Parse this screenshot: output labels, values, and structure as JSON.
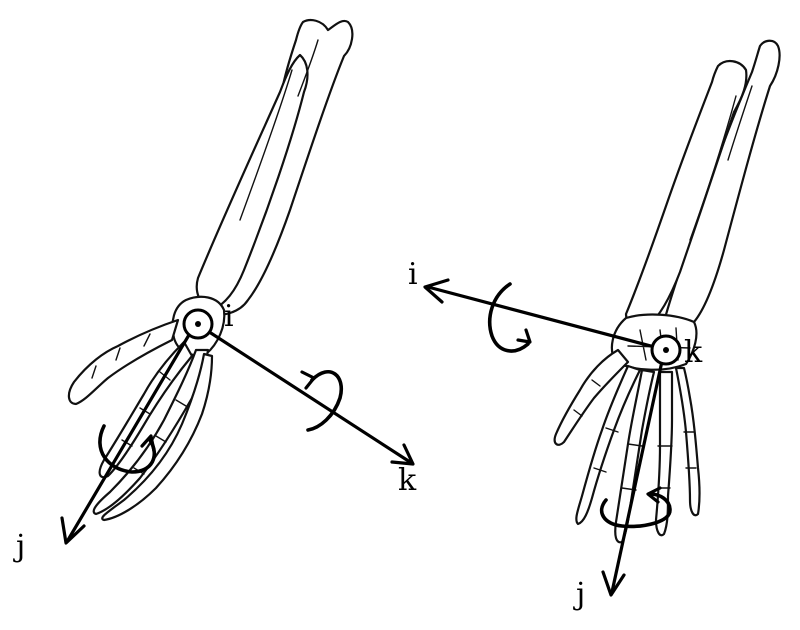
{
  "left_figure": {
    "labels": {
      "i": "i",
      "j": "j",
      "k": "k"
    }
  },
  "right_figure": {
    "labels": {
      "i": "i",
      "j": "j",
      "k": "k"
    }
  }
}
